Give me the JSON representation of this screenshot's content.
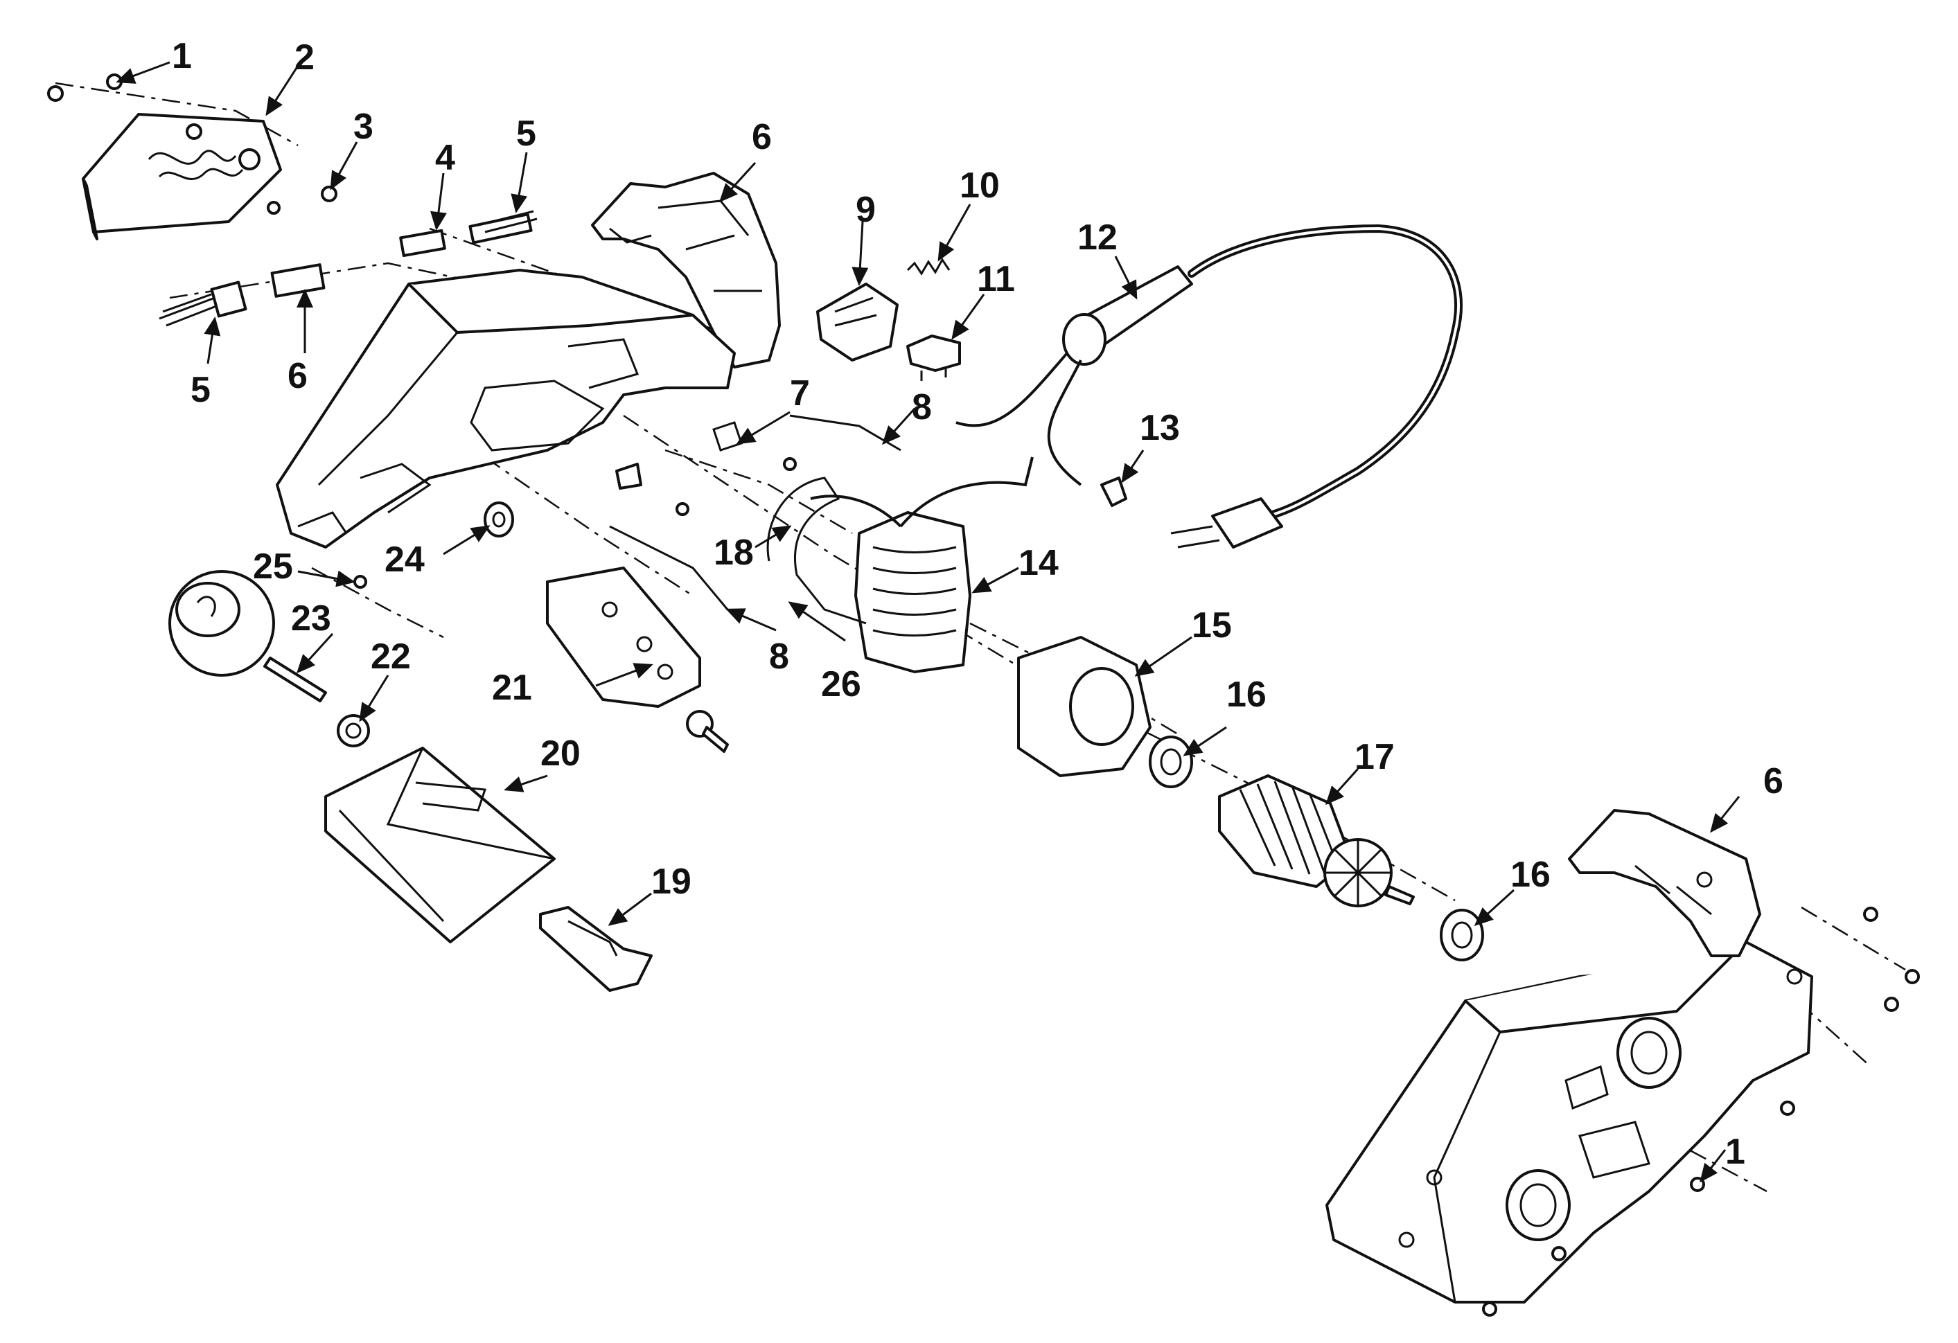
{
  "labels": [
    "1",
    "2",
    "3",
    "4",
    "5",
    "6",
    "5",
    "6",
    "7",
    "8",
    "9",
    "10",
    "11",
    "12",
    "13",
    "14",
    "15",
    "16",
    "17",
    "18",
    "8",
    "26",
    "21",
    "22",
    "23",
    "24",
    "25",
    "20",
    "19",
    "6",
    "16",
    "1"
  ]
}
